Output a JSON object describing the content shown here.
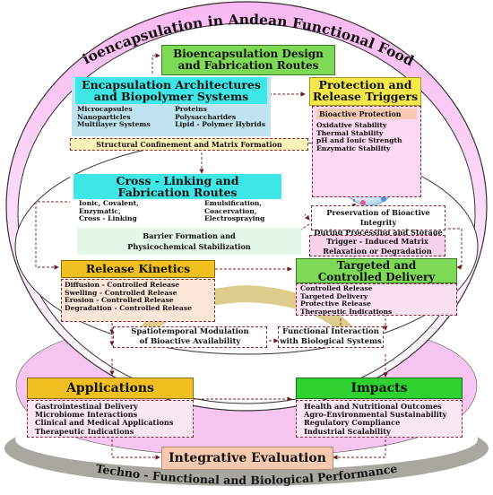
{
  "outer_title": "Bioencapsulation in Andean Functional Foods",
  "bottom_title": "Techno - Functional and Biological Performance",
  "design": {
    "title_line1": "Bioencapsulation Design",
    "title_line2": "and Fabrication Routes"
  },
  "architectures": {
    "title_line1": "Encapsulation Architectures",
    "title_line2": "and Biopolymer Systems",
    "left_items": [
      "Microcapsules",
      "Nanoparticles",
      "Multilayer Systems"
    ],
    "right_items": [
      "Proteins",
      "Polysaccharides",
      "Lipid - Polymer Hybrids"
    ]
  },
  "protection": {
    "title_line1": "Protection and",
    "title_line2": "Release Triggers",
    "sub_title": "Bioactive Protection",
    "items": [
      "Oxidative Stability",
      "Thermal Stability",
      "pH and Ionic Strength",
      "Enzymatic Stability"
    ]
  },
  "structural": "Structural Confinement and Matrix Formation",
  "crosslinking": {
    "title_line1": "Cross - Linking and",
    "title_line2": "Fabrication Routes",
    "left_items": [
      "Ionic, Covalent,",
      "Enzymatic,",
      "Cross - Linking"
    ],
    "right_items": [
      "Emulsification,",
      "Coacervation,",
      "Electrospraying"
    ]
  },
  "barrier": {
    "line1": "Barrier Formation and",
    "line2": "Physicochemical Stabilization"
  },
  "preservation": {
    "line1": "Preservation of Bioactive Integrity",
    "line2": "During Processing and Storage"
  },
  "trigger": {
    "line1": "Trigger - Induced Matrix",
    "line2": "Relaxation or Degradation"
  },
  "release": {
    "title": "Release Kinetics",
    "items": [
      "Diffusion - Controlled Release",
      "Swelling - Controlled Release",
      "Erosion - Controlled Release",
      "Degradation - Controlled Release"
    ]
  },
  "targeted": {
    "title_line1": "Targeted and",
    "title_line2": "Controlled Delivery",
    "items": [
      "Controlled Release",
      "Targeted Delivery",
      "Protective Release",
      "Therapeutic Indications"
    ]
  },
  "spatiotemporal": {
    "line1": "Spatiotemporal Modulation",
    "line2": "of Bioactive Availability"
  },
  "functional": {
    "line1": "Functional Interaction",
    "line2": "with Biological Systems"
  },
  "applications": {
    "title": "Applications",
    "items": [
      "Gastrointestinal Delivery",
      "Microbiome Interactions",
      "Clinical and Medical Applications",
      "Therapeutic Indications"
    ]
  },
  "impacts": {
    "title": "Impacts",
    "items": [
      "Health and Nutritional Outcomes",
      "Agro-Environmental Sustainability",
      "Regulatory Compliance",
      "Industrial Scalability"
    ]
  },
  "integrative": "Integrative Evaluation",
  "colors": {
    "accent_green": "#7ed957",
    "accent_cyan": "#3fe6e6",
    "accent_yellow": "#f5e94a",
    "accent_gold": "#f0c020",
    "accent_peach": "#f7c9b0",
    "pink_fill": "#f6c6f0",
    "gray_ring": "#a8a8a0"
  }
}
